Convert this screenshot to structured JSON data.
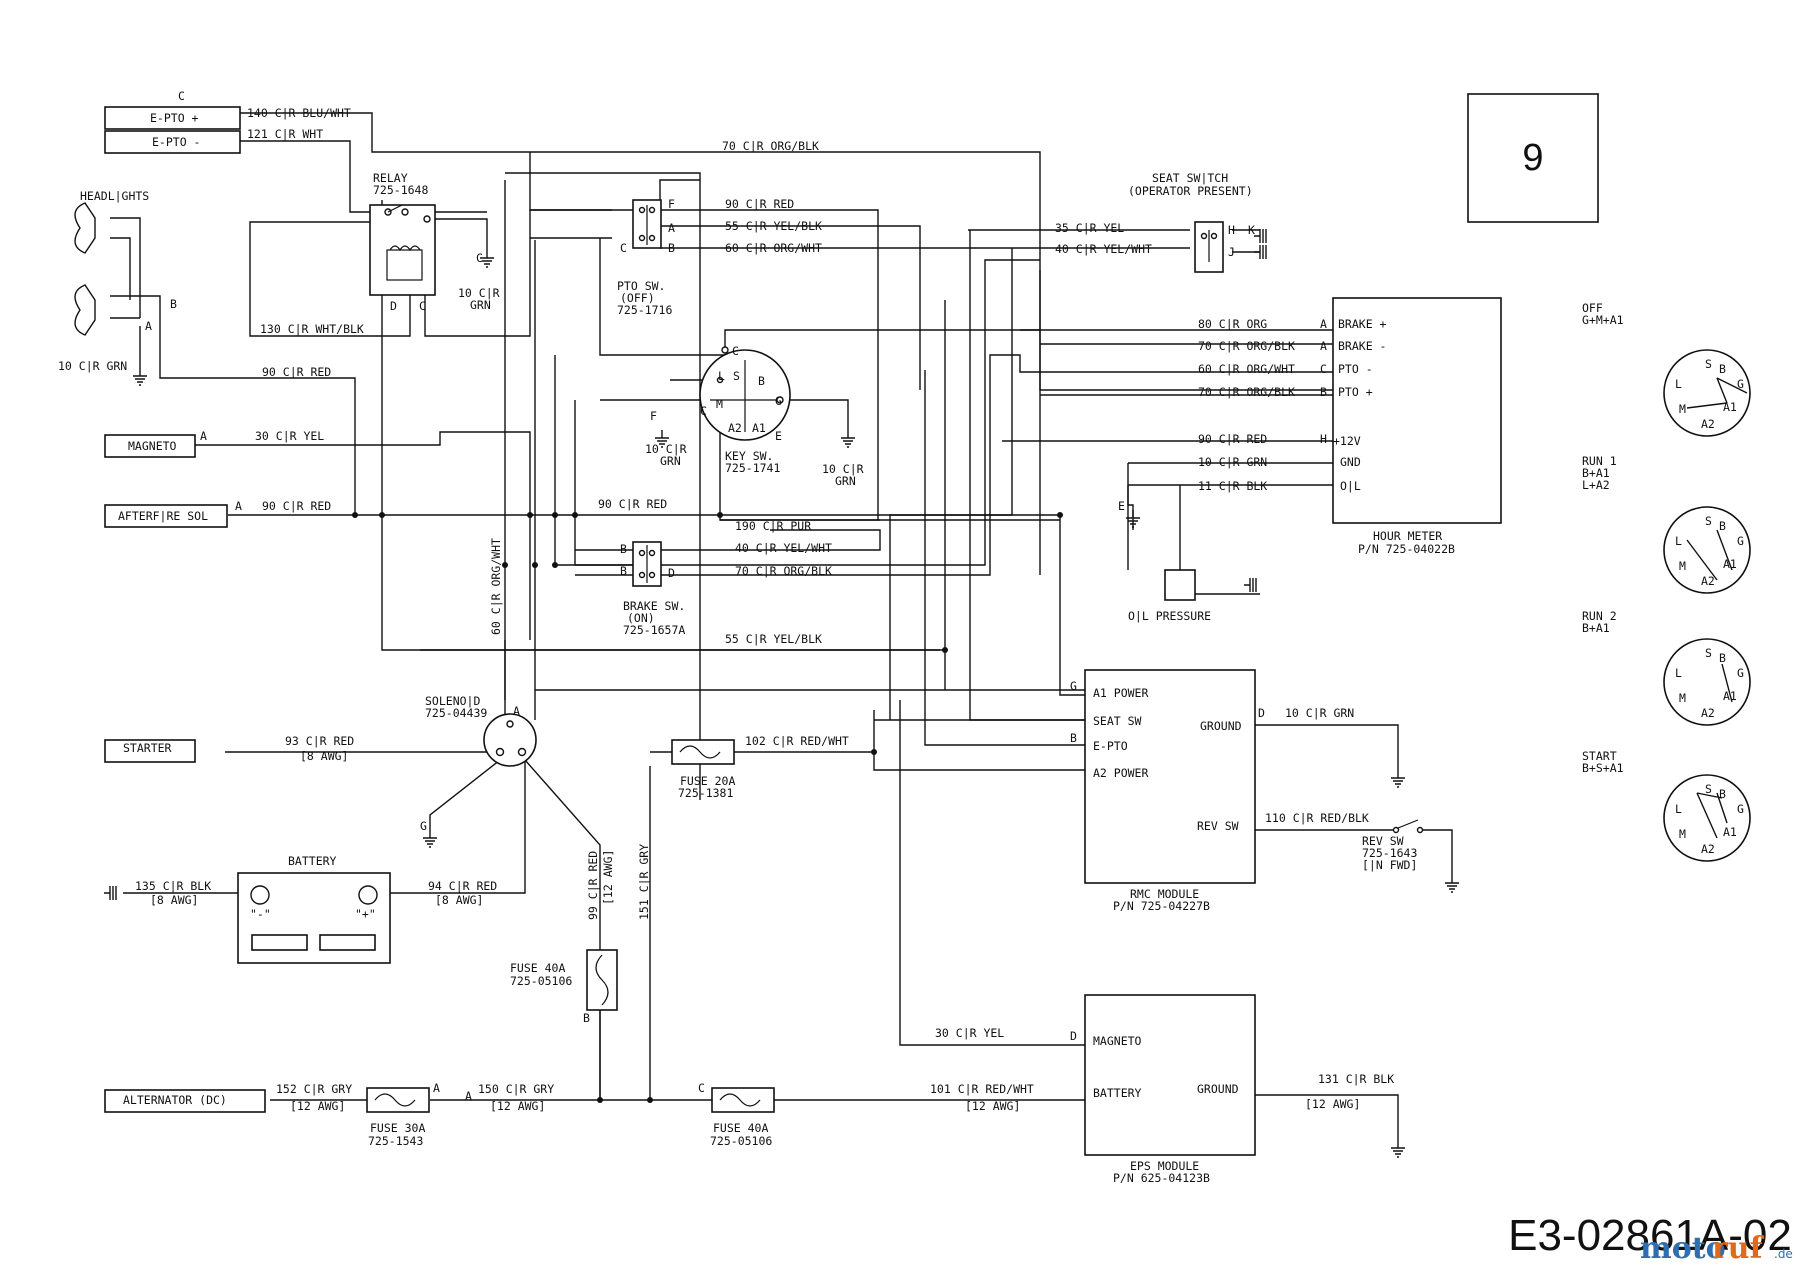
{
  "page_number": "9",
  "drawing_number": "E3-02861A-02",
  "watermark": {
    "main": "moto",
    "accent": "ruf",
    "tld": ".de"
  },
  "labels": {
    "c_top": "C",
    "epto_plus": "E-PTO +",
    "epto_minus": "E-PTO -",
    "w140": "140 C|R BLU/WHT",
    "w121": "121 C|R WHT",
    "relay": "RELAY",
    "relay_pn": "725-1648",
    "relay_d": "D",
    "relay_c": "C",
    "relay_gnd_c": "C",
    "relay_gnd1": "10 C|R",
    "relay_gnd2": "GRN",
    "headlights": "HEADL|GHTS",
    "hl_b": "B",
    "hl_a": "A",
    "hl_gnd": "10 C|R GRN",
    "w130": "130 C|R WHT/BLK",
    "w90_top": "90 C|R RED",
    "magneto": "MAGNETO",
    "mag_a": "A",
    "w30_mag": "30 C|R YEL",
    "afterfire": "AFTERF|RE SOL",
    "af_a": "A",
    "w90_af": "90 C|R RED",
    "w70_top": "70 C|R ORG/BLK",
    "pto_f": "F",
    "pto_a": "A",
    "pto_c": "C",
    "pto_b": "B",
    "w90_pto": "90 C|R RED",
    "w55_pto": "55 C|R YEL/BLK",
    "w60_pto": "60 C|R ORG/WHT",
    "pto_name": "PTO SW.",
    "pto_state": "(OFF)",
    "pto_pn": "725-1716",
    "seat_title1": "SEAT SW|TCH",
    "seat_title2": "(OPERATOR PRESENT)",
    "seat_h": "H",
    "seat_k": "K",
    "seat_j": "J",
    "w35": "35 C|R YEL",
    "w40_seat": "40 C|R YEL/WHT",
    "key_c_top": "C",
    "key_l": "L",
    "key_s": "S",
    "key_b": "B",
    "key_m": "M",
    "key_g": "G",
    "key_a2": "A2",
    "key_a1": "A1",
    "key_e": "E",
    "key_f": "F",
    "key_c_left": "C",
    "key_gnd1a": "10 C|R",
    "key_gnd1b": "GRN",
    "key_name": "KEY SW.",
    "key_pn": "725-1741",
    "key_gnd2a": "10 C|R",
    "key_gnd2b": "GRN",
    "w90_mid": "90 C|R RED",
    "w190": "190 C|R PUR",
    "w40_brk": "40 C|R YEL/WHT",
    "w70_brk": "70 C|R ORG/BLK",
    "brk_b1": "B",
    "brk_b2": "B",
    "brk_d": "D",
    "brk_name": "BRAKE SW.",
    "brk_state": "(ON)",
    "brk_pn": "725-1657A",
    "w55_bot": "55 C|R YEL/BLK",
    "w60_vert": "60 C|R ORG/WHT",
    "hm_w80": "80 C|R ORG",
    "hm_w70a": "70 C|R ORG/BLK",
    "hm_w60": "60 C|R ORG/WHT",
    "hm_w70b": "70 C|R ORG/BLK",
    "hm_w90": "90 C|R RED",
    "hm_w10": "10 C|R GRN",
    "hm_w11": "11 C|R BLK",
    "hm_pa": "A",
    "hm_pa2": "A",
    "hm_pc": "C",
    "hm_pb": "B",
    "hm_ph": "H",
    "hm_brake_p": "BRAKE +",
    "hm_brake_m": "BRAKE -",
    "hm_pto_m": "PTO -",
    "hm_pto_p": "PTO +",
    "hm_12v": "+12V",
    "hm_gnd": "GND",
    "hm_oil": "O|L",
    "hm_e": "E",
    "hm_name": "HOUR METER",
    "hm_pn": "P/N 725-04022B",
    "oil_pressure": "O|L PRESSURE",
    "solenoid": "SOLENO|D",
    "sol_pn": "725-04439",
    "sol_a": "A",
    "sol_g": "G",
    "starter": "STARTER",
    "w93": "93 C|R RED",
    "w93_awg": "[8 AWG]",
    "battery": "BATTERY",
    "bat_minus": "\"-\"",
    "bat_plus": "\"+\"",
    "w135": "135 C|R BLK",
    "w135_awg": "[8 AWG]",
    "w94": "94 C|R RED",
    "w94_awg": "[8 AWG]",
    "w99": "99 C|R RED",
    "w99_awg": "[12 AWG]",
    "w151": "151 C|R GRY",
    "fuse20_name": "FUSE 20A",
    "fuse20_pn": "725-1381",
    "w102": "102 C|R RED/WHT",
    "fuse40a_name": "FUSE 40A",
    "fuse40a_pn": "725-05106",
    "fuse40a_b": "B",
    "alternator": "ALTERNATOR (DC)",
    "w152": "152 C|R GRY",
    "w152_awg": "[12 AWG]",
    "fuse30_a": "A",
    "fuse30_name": "FUSE 30A",
    "fuse30_pn": "725-1543",
    "w150": "150 C|R GRY",
    "w150_awg": "[12 AWG]",
    "a_label": "A",
    "fuse40b_c": "C",
    "fuse40b_name": "FUSE 40A",
    "fuse40b_pn": "725-05106",
    "w101": "101 C|R RED/WHT",
    "w101_awg": "[12 AWG]",
    "rmc_g": "G",
    "rmc_b": "B",
    "rmc_d": "D",
    "rmc_a1": "A1 POWER",
    "rmc_seat": "SEAT SW",
    "rmc_epto": "E-PTO",
    "rmc_a2": "A2 POWER",
    "rmc_ground": "GROUND",
    "rmc_rev": "REV SW",
    "rmc_name": "RMC MODULE",
    "rmc_pn": "P/N 725-04227B",
    "rmc_w10": "10 C|R GRN",
    "rmc_w110": "110 C|R RED/BLK",
    "rev_name": "REV SW",
    "rev_pn": "725-1643",
    "rev_state": "[|N FWD]",
    "eps_d": "D",
    "eps_w30": "30 C|R YEL",
    "eps_magneto": "MAGNETO",
    "eps_battery": "BATTERY",
    "eps_ground": "GROUND",
    "eps_name": "EPS MODULE",
    "eps_pn": "P/N 625-04123B",
    "eps_w131": "131 C|R BLK",
    "eps_w131_awg": "[12 AWG]"
  },
  "positions": [
    {
      "name": "OFF",
      "combo": "G+M+A1",
      "s": "S",
      "b": "B",
      "l": "L",
      "g": "G",
      "m": "M",
      "a1": "A1",
      "a2": "A2"
    },
    {
      "name": "RUN 1",
      "combo": "B+A1",
      "combo2": "L+A2",
      "s": "S",
      "b": "B",
      "l": "L",
      "g": "G",
      "m": "M",
      "a1": "A1",
      "a2": "A2"
    },
    {
      "name": "RUN 2",
      "combo": "B+A1",
      "s": "S",
      "b": "B",
      "l": "L",
      "g": "G",
      "m": "M",
      "a1": "A1",
      "a2": "A2"
    },
    {
      "name": "START",
      "combo": "B+S+A1",
      "s": "S",
      "b": "B",
      "l": "L",
      "g": "G",
      "m": "M",
      "a1": "A1",
      "a2": "A2"
    }
  ]
}
